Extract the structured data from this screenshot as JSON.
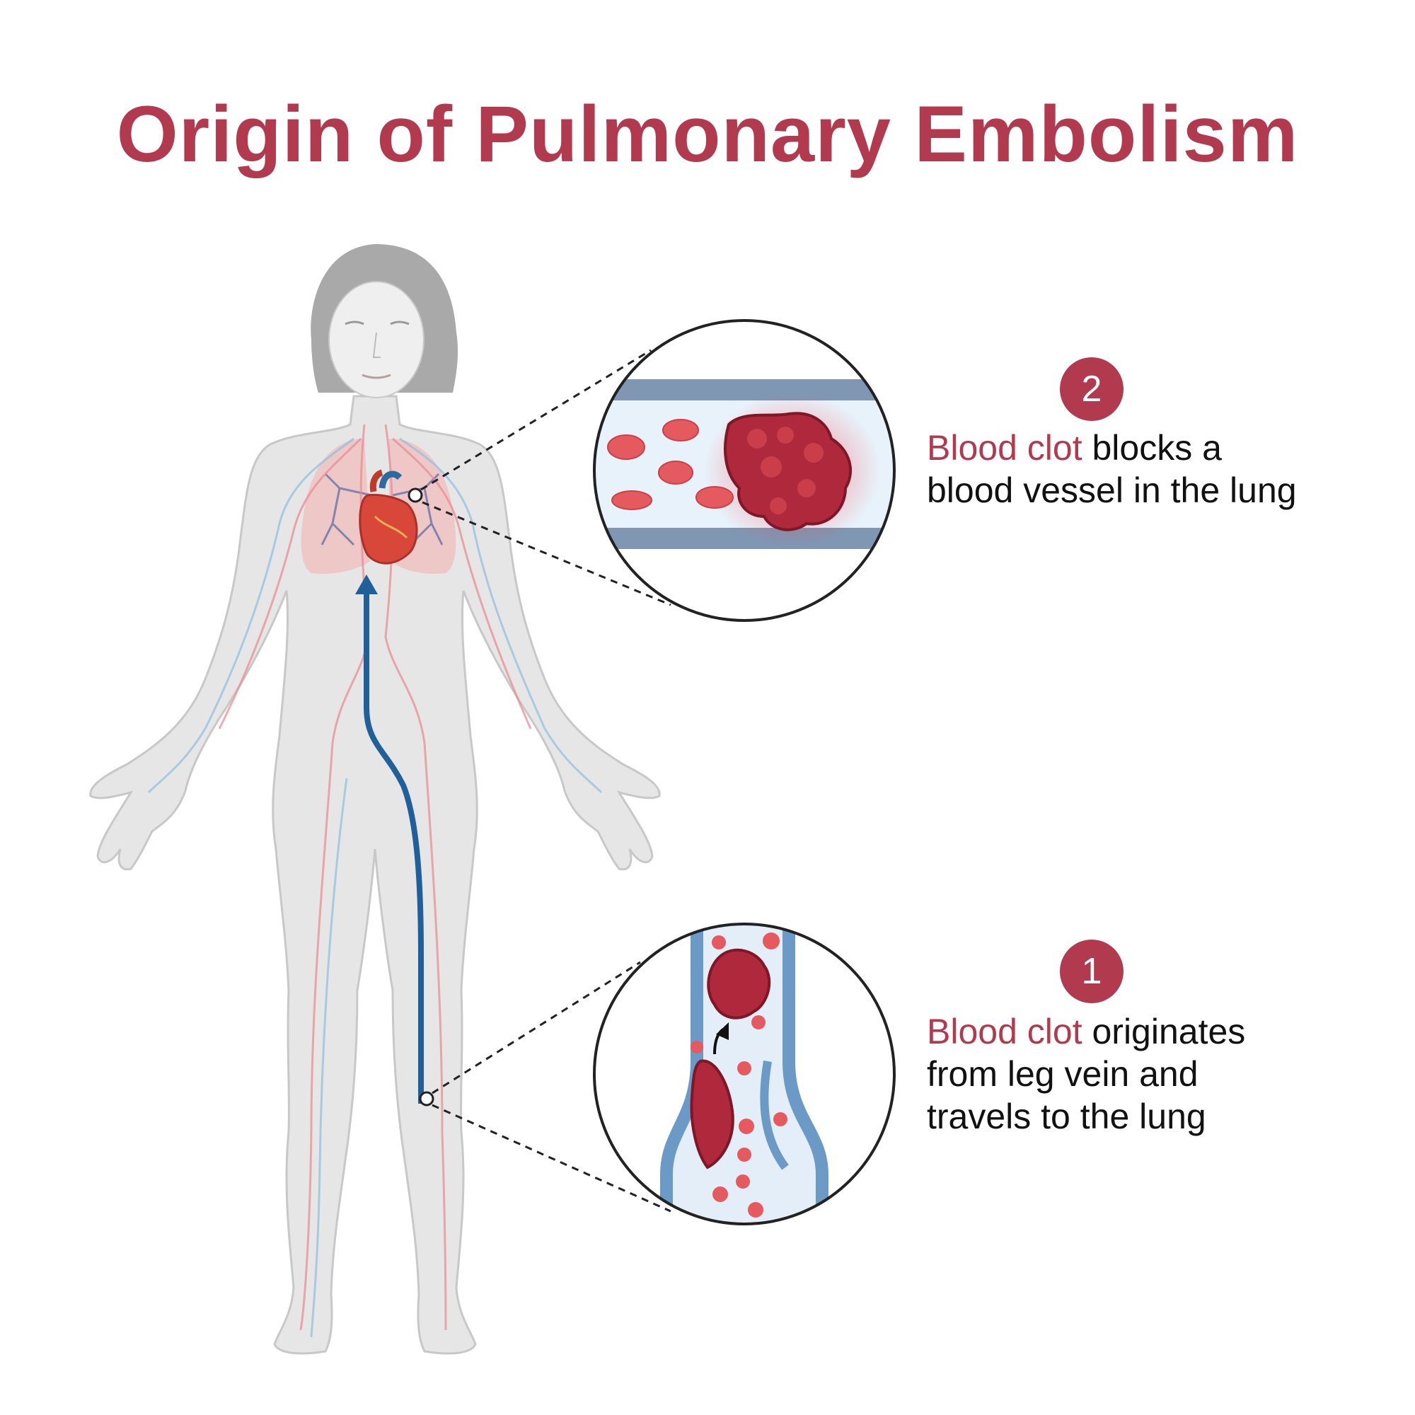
{
  "title": "Origin of Pulmonary Embolism",
  "steps": [
    {
      "number": "2",
      "highlight": "Blood clot",
      "line1_rest": " blocks a",
      "line2": "blood vessel in the lung"
    },
    {
      "number": "1",
      "highlight": "Blood clot",
      "line1_rest": " originates",
      "line2": "from leg vein and",
      "line3": "travels to the lung"
    }
  ],
  "colors": {
    "accent": "#b13a4f",
    "vein": "#2f6a9e",
    "artery": "#e06b78",
    "body": "#e4e4e4",
    "clot": "#b0283c",
    "rbc": "#e55a5f"
  }
}
